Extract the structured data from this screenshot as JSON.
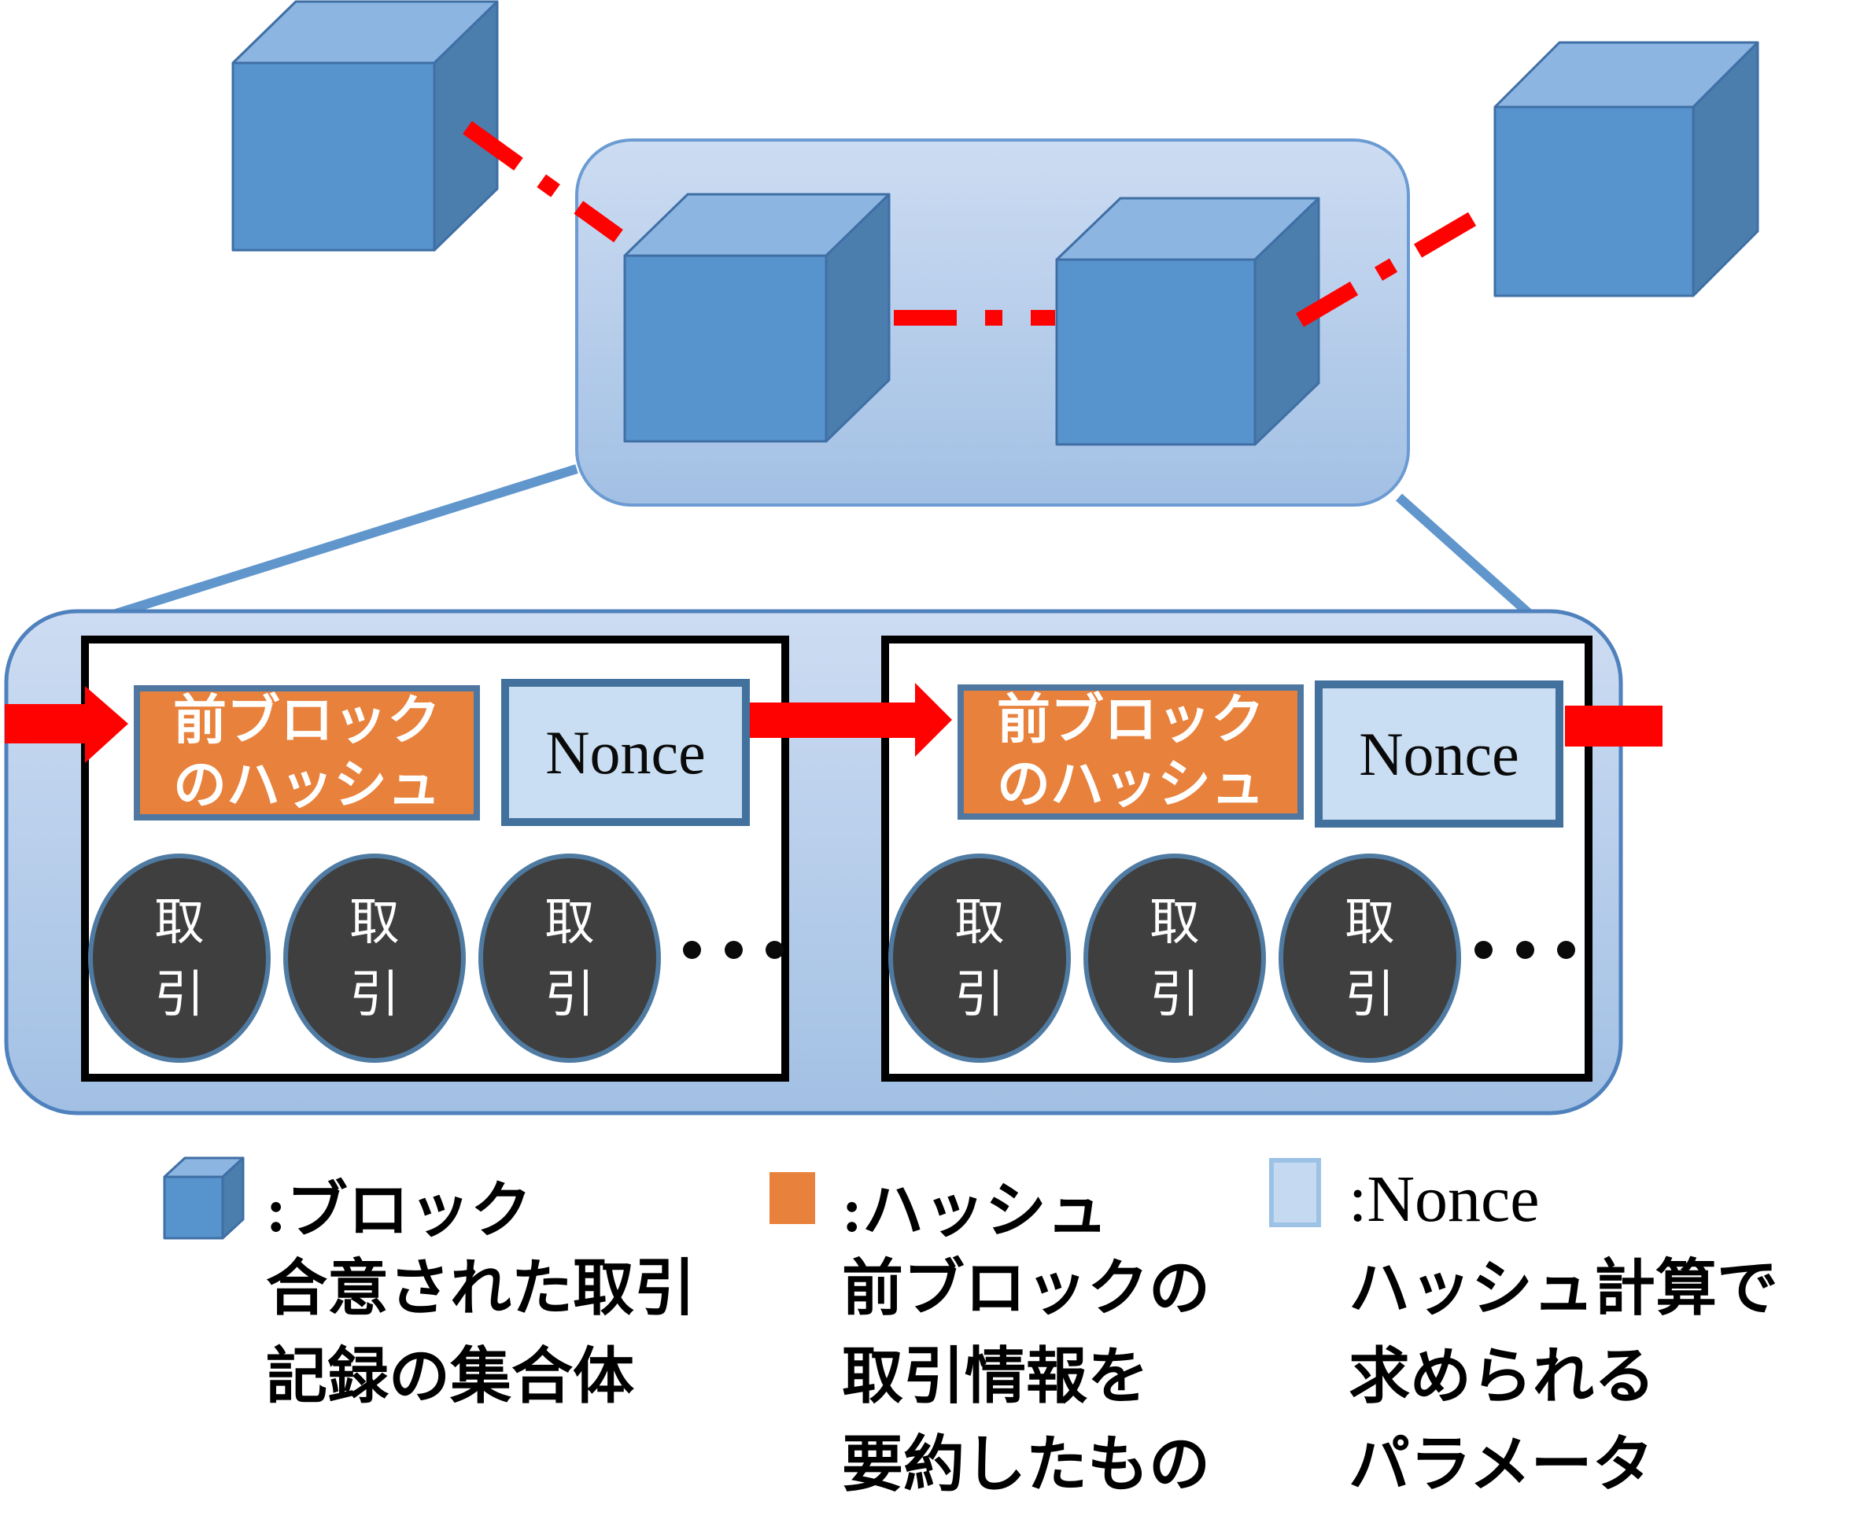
{
  "colors": {
    "accent_red": "#fe0202",
    "hash_orange_fill": "#e8813b",
    "hash_orange_border": "#50779f",
    "nonce_fill": "#c9def2",
    "nonce_border": "#41719c",
    "cube_front": "#5794cd",
    "cube_top": "#8cb5e2",
    "cube_side": "#4b7dad",
    "cube_edge": "#3f6fa5",
    "container_fill_top": "#cddcf2",
    "container_fill_bottom": "#a2c0e4",
    "container_border": "#4f81bd",
    "transaction_circle_fill": "#3f3f3f",
    "transaction_circle_border": "#4f7ba3",
    "block_box_border": "#000000"
  },
  "blocks": [
    {
      "hash_lines": [
        "前ブロック",
        "のハッシュ"
      ],
      "nonce_label": "Nonce",
      "transactions": [
        [
          "取",
          "引"
        ],
        [
          "取",
          "引"
        ],
        [
          "取",
          "引"
        ]
      ],
      "ellipsis": "・・・"
    },
    {
      "hash_lines": [
        "前ブロック",
        "のハッシュ"
      ],
      "nonce_label": "Nonce",
      "transactions": [
        [
          "取",
          "引"
        ],
        [
          "取",
          "引"
        ],
        [
          "取",
          "引"
        ]
      ],
      "ellipsis": "・・・"
    }
  ],
  "legend": {
    "items": [
      {
        "icon": "block-cube-icon",
        "title": ":ブロック",
        "description_lines": [
          "合意された取引",
          "記録の集合体"
        ]
      },
      {
        "icon": "hash-square-icon",
        "title": ":ハッシュ",
        "description_lines": [
          "前ブロックの",
          "取引情報を",
          "要約したもの"
        ]
      },
      {
        "icon": "nonce-square-icon",
        "title": ":Nonce",
        "description_lines": [
          "ハッシュ計算で",
          "求められる",
          "パラメータ"
        ]
      }
    ]
  }
}
